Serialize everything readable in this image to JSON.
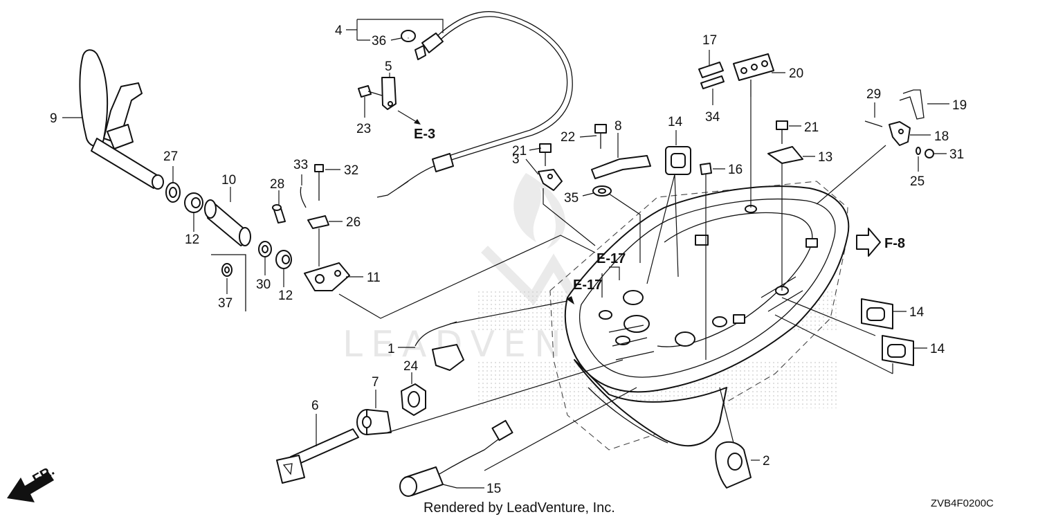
{
  "diagram": {
    "part_numbers": {
      "p1": "1",
      "p2": "2",
      "p3": "3",
      "p4": "4",
      "p5": "5",
      "p6": "6",
      "p7": "7",
      "p8": "8",
      "p9": "9",
      "p10": "10",
      "p11": "11",
      "p12a": "12",
      "p12b": "12",
      "p13": "13",
      "p14a": "14",
      "p14b": "14",
      "p14c": "14",
      "p15": "15",
      "p16": "16",
      "p17": "17",
      "p18": "18",
      "p19": "19",
      "p20": "20",
      "p21a": "21",
      "p21b": "21",
      "p22": "22",
      "p23": "23",
      "p24": "24",
      "p25": "25",
      "p26": "26",
      "p27": "27",
      "p28": "28",
      "p29": "29",
      "p30": "30",
      "p31": "31",
      "p32": "32",
      "p33": "33",
      "p34": "34",
      "p35": "35",
      "p36": "36",
      "p37": "37"
    },
    "section_refs": {
      "e3": "E-3",
      "e17_upper": "E-17",
      "e17_lower": "E-17",
      "f8": "F-8",
      "fr": "FR."
    },
    "footer": "Rendered by LeadVenture, Inc.",
    "diagram_code": "ZVB4F0200C",
    "watermark": "LEADVENTURE"
  }
}
